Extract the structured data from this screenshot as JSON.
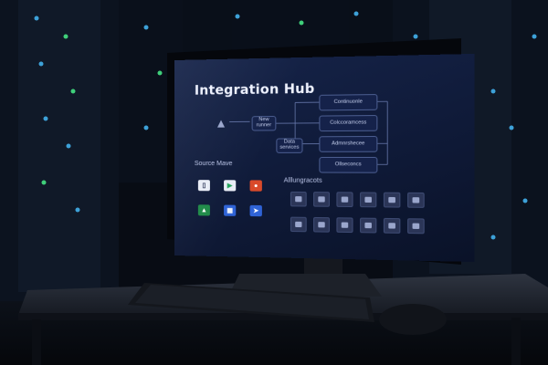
{
  "screen": {
    "title": "Integration Hub",
    "source_label": "Source  Mave",
    "apps_label": "Alllungracots",
    "hub_node_1": "New\nrunner",
    "hub_node_2": "Data\nservices",
    "outputs": [
      "Continuonle",
      "Colccoramcess",
      "Admnrshecee",
      "Ollseconcs"
    ]
  },
  "colors": {
    "screen_bg": "#13204a",
    "accent": "#3a4a7c"
  },
  "icons": {
    "source_apps": [
      "doc-icon",
      "play-store-icon",
      "shield-icon",
      "android-icon",
      "calendar-icon",
      "send-icon"
    ],
    "integration_tiles": [
      "user-icon",
      "database-icon",
      "chat-icon",
      "settings-icon",
      "storage-icon",
      "bell-icon",
      "folder-icon",
      "calendar-icon",
      "gear-icon",
      "user-icon",
      "mail-icon",
      "chat-icon"
    ]
  }
}
